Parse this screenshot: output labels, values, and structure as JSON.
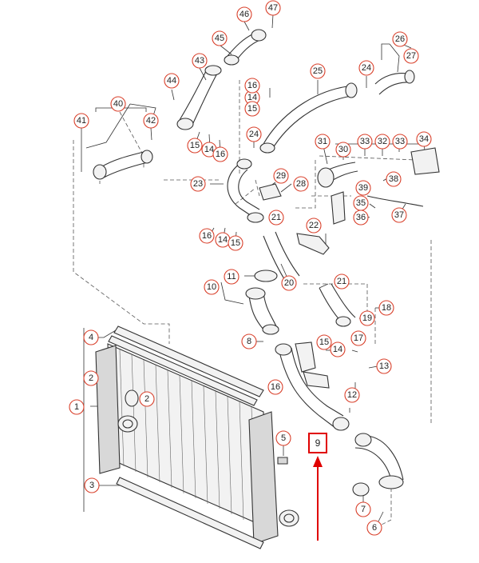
{
  "diagram": {
    "callouts": {
      "p1": "1",
      "p2a": "2",
      "p2b": "2",
      "p3": "3",
      "p4": "4",
      "p5": "5",
      "p6": "6",
      "p7": "7",
      "p8": "8",
      "p9": "9",
      "p10": "10",
      "p11": "11",
      "p12": "12",
      "p13": "13",
      "p14a": "14",
      "p14b": "14",
      "p14c": "14",
      "p14d": "14",
      "p15a": "15",
      "p15b": "15",
      "p15c": "15",
      "p15d": "15",
      "p16a": "16",
      "p16b": "16",
      "p16c": "16",
      "p16d": "16",
      "p17": "17",
      "p18": "18",
      "p19": "19",
      "p20": "20",
      "p21a": "21",
      "p21b": "21",
      "p22": "22",
      "p23": "23",
      "p24a": "24",
      "p24b": "24",
      "p25": "25",
      "p26": "26",
      "p27": "27",
      "p28": "28",
      "p29": "29",
      "p30": "30",
      "p31": "31",
      "p32": "32",
      "p33a": "33",
      "p33b": "33",
      "p34": "34",
      "p35": "35",
      "p36": "36",
      "p37": "37",
      "p38": "38",
      "p39": "39",
      "p40": "40",
      "p41": "41",
      "p42": "42",
      "p43": "43",
      "p44": "44",
      "p45": "45",
      "p46": "46",
      "p47": "47"
    },
    "highlighted_part": "9",
    "colors": {
      "callout_ring": "#d9402b",
      "highlight": "#e00000",
      "line": "#333333"
    }
  }
}
